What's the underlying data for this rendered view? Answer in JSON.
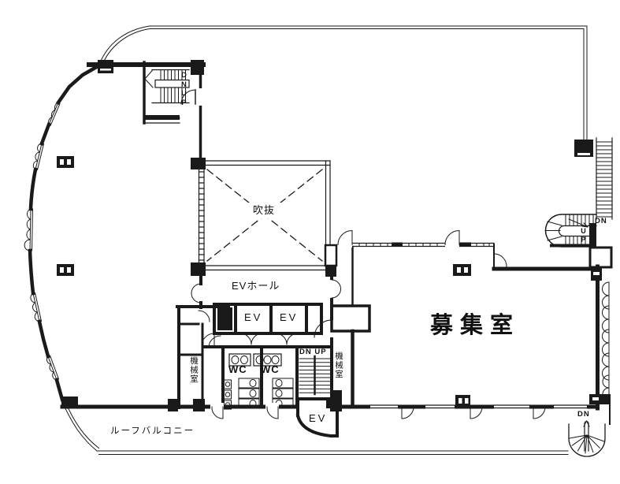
{
  "plan": {
    "colors": {
      "line": "#1a1a1a",
      "background": "#ffffff"
    },
    "labels": {
      "atrium": "吹抜",
      "ev_hall": "EVホール",
      "ev_left": "EV",
      "ev_right": "EV",
      "ev_lower": "EV",
      "recruitment_room": "募集室",
      "machine_room_left": "機械室",
      "machine_room_right": "機械室",
      "wc_left": "WC",
      "wc_right": "WC",
      "roof_balcony": "ルーフバルコニー",
      "stair_top_left_down": "DN",
      "stair_top_left_up": "UP",
      "stair_center": "DN UP",
      "stair_right_down": "DN",
      "stair_right_up": "UP",
      "stair_bottom_right_down": "DN"
    }
  }
}
